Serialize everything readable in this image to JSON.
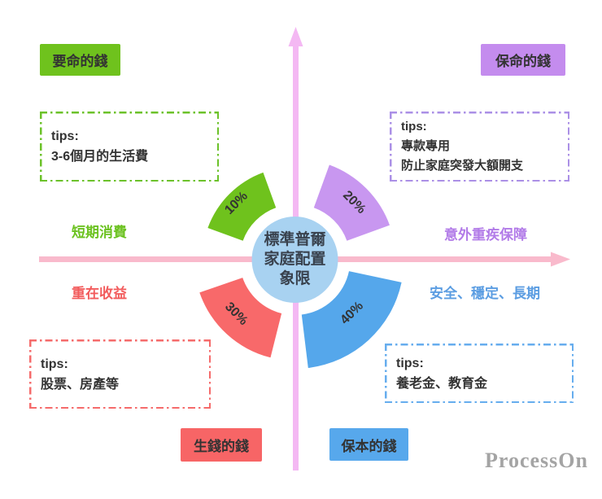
{
  "diagram_title": "標準普爾家庭配置象限",
  "circle": {
    "lines": [
      "標準普爾",
      "家庭配置",
      "象限"
    ],
    "fill": "#a8d2f1",
    "text_color": "#39424e"
  },
  "axes": {
    "vertical_color": "#f4b8f3",
    "horizontal_color": "#f9bacc"
  },
  "quadrants": {
    "tl": {
      "tag": "要命的錢",
      "tag_color": "#6fc21d",
      "axis_label": "短期消費",
      "axis_label_color": "#6cc221",
      "percent": "10%",
      "wedge_color": "#6fc21d",
      "tips": {
        "border_color": "#6cc22a",
        "lines": [
          "tips:",
          "3-6個月的生活費"
        ]
      }
    },
    "tr": {
      "tag": "保命的錢",
      "tag_color": "#c48cee",
      "axis_label": "意外重疾保障",
      "axis_label_color": "#b27be8",
      "percent": "20%",
      "wedge_color": "#c897f0",
      "tips": {
        "border_color": "#ab90e6",
        "lines": [
          "tips:",
          "專款專用",
          "防止家庭突發大額開支"
        ]
      }
    },
    "bl": {
      "tag": "生錢的錢",
      "tag_color": "#f76566",
      "axis_label": "重在收益",
      "axis_label_color": "#f25b5c",
      "percent": "30%",
      "wedge_color": "#f8696a",
      "tips": {
        "border_color": "#f56b6b",
        "lines": [
          "tips:",
          "股票、房產等"
        ]
      }
    },
    "br": {
      "tag": "保本的錢",
      "tag_color": "#57a8ec",
      "axis_label": "安全、穩定、長期",
      "axis_label_color": "#5b9de2",
      "percent": "40%",
      "wedge_color": "#55a7eb",
      "tips": {
        "border_color": "#66adee",
        "lines": [
          "tips:",
          "養老金、教育金"
        ]
      }
    }
  },
  "watermark": {
    "text": "ProcessOn",
    "color": "#a4a4a4"
  }
}
